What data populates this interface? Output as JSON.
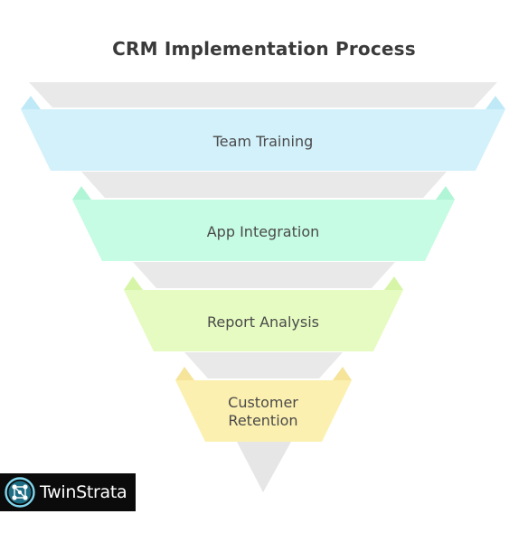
{
  "title": "CRM Implementation Process",
  "stages": [
    {
      "lines": [
        "Team Training"
      ],
      "color": "#d3f1fb"
    },
    {
      "lines": [
        "App Integration"
      ],
      "color": "#c6fbe4"
    },
    {
      "lines": [
        "Report Analysis"
      ],
      "color": "#e6fbc1"
    },
    {
      "lines": [
        "Customer",
        "Retention"
      ],
      "color": "#fcf0b0"
    }
  ],
  "logo": {
    "text": "TwinStrata",
    "icon": "network-nodes-icon"
  }
}
